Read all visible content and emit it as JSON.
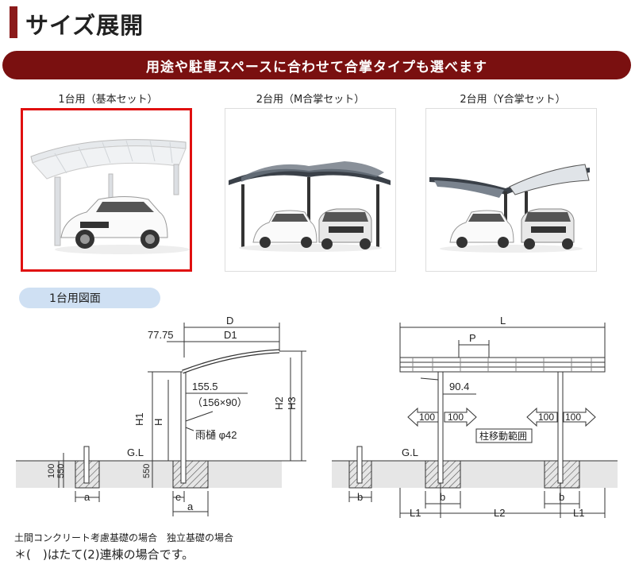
{
  "header": {
    "title": "サイズ展開"
  },
  "banner": {
    "text": "用途や駐車スペースに合わせて合掌タイプも選べます"
  },
  "variants": [
    {
      "label": "1台用（基本セット）",
      "selected": true
    },
    {
      "label": "2台用（M合掌セット）",
      "selected": false
    },
    {
      "label": "2台用（Y合掌セット）",
      "selected": false
    }
  ],
  "drawing": {
    "section_label": "1台用図面",
    "side": {
      "D": "D",
      "D1": "D1",
      "offset": "77.75",
      "H": "H",
      "H1": "H1",
      "H2": "H2",
      "H3": "H3",
      "gutter_top": "155.5",
      "gutter_sub": "（156×90）",
      "gutter": "雨樋 φ42",
      "GL": "G.L",
      "dim100": "100",
      "dim550": "550",
      "dim550b": "550",
      "a": "a",
      "e": "e",
      "a2": "a"
    },
    "front": {
      "L": "L",
      "P": "P",
      "dim904": "90.4",
      "arrow1": "100",
      "arrow2": "100",
      "arrow3": "100",
      "arrow4": "100",
      "range": "柱移動範囲",
      "GL": "G.L",
      "b1": "b",
      "b2": "b",
      "b3": "b",
      "L1a": "L1",
      "L2": "L2",
      "L1b": "L1"
    },
    "notes": {
      "left": "土間コンクリート考慮基礎の場合",
      "right": "独立基礎の場合"
    },
    "footnote": "＊(　)はたて(2)連棟の場合です。"
  }
}
